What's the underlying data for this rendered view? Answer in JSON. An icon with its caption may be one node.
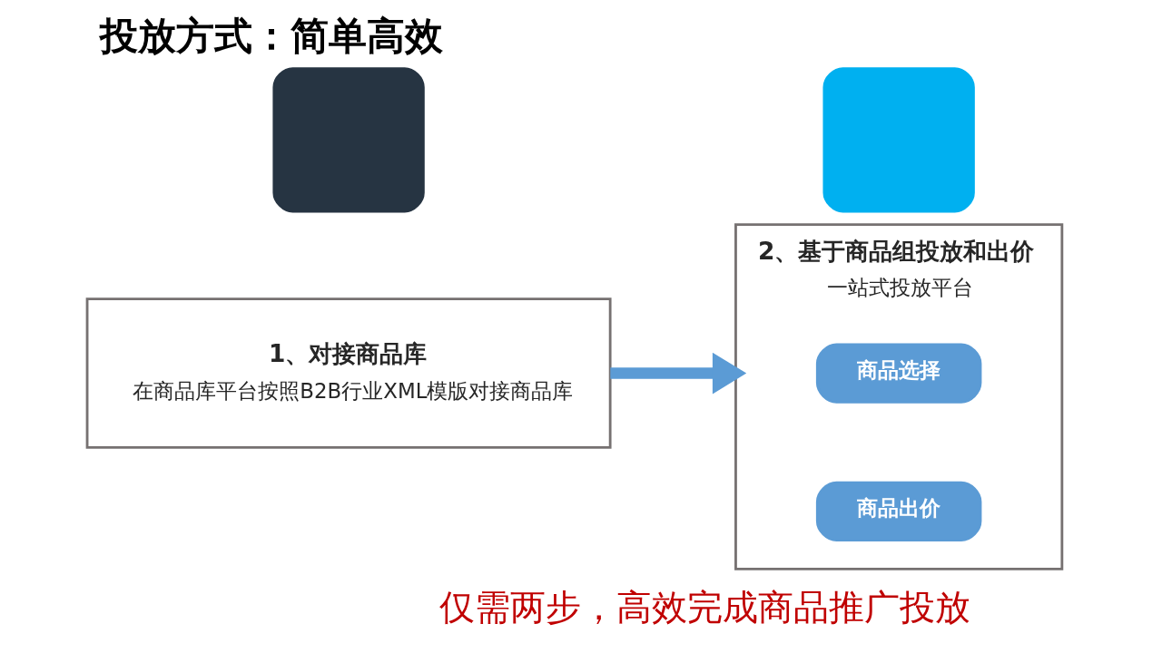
{
  "diagram": {
    "title": "投放方式：简单高效",
    "nodes": [
      {
        "text": [],
        "shape": "box"
      },
      {
        "text": [
          "1、对接商品库",
          "在商品库平台按照B2B行业XML模版对接商品库"
        ]
      },
      {
        "text": [],
        "shape": "box"
      },
      {
        "text": [
          "2、基于商品组投放和出价",
          "一站式投放平台"
        ]
      },
      {
        "text": [
          "商品选择"
        ],
        "in": 3
      },
      {
        "text": [
          "商品出价"
        ],
        "in": 3
      }
    ],
    "edges": [
      {
        "from": 1,
        "to": 3,
        "arrow": "to"
      }
    ],
    "labels": [
      "仅需两步，高效完成商品推广投放"
    ]
  }
}
